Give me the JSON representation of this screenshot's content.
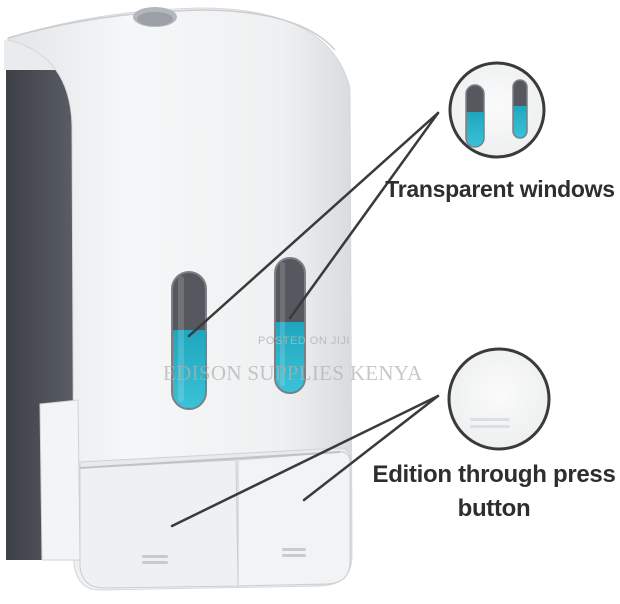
{
  "annotations": {
    "transparent_windows": "Transparent windows",
    "press_button": "Edition through press button"
  },
  "watermark": {
    "small": "POSTED ON JIJI",
    "large": "EDISON SUPPLIES KENYA"
  },
  "colors": {
    "body_white": "#f1f2f3",
    "back_panel": "#4a4d54",
    "window_dark": "#5a5e64",
    "liquid_blue": "#28b4cc",
    "leader_line": "#3a3a3a",
    "label_text": "#2e2e2e"
  }
}
